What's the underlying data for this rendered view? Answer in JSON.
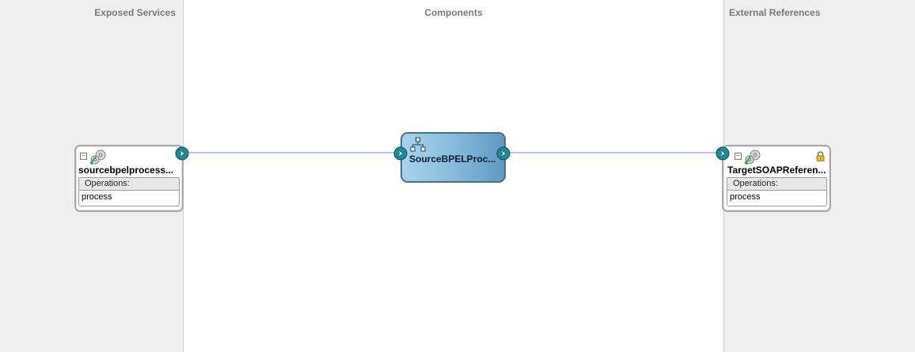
{
  "lanes": {
    "exposed_services": "Exposed Services",
    "components": "Components",
    "external_references": "External References"
  },
  "exposed_service": {
    "name": "sourcebpelprocess...",
    "operations_label": "Operations:",
    "operations": [
      "process"
    ],
    "collapse_symbol": "−"
  },
  "component": {
    "name": "SourceBPELProc...",
    "icon": "bpel-process-icon"
  },
  "external_reference": {
    "name": "TargetSOAPReferen...",
    "operations_label": "Operations:",
    "operations": [
      "process"
    ],
    "collapse_symbol": "−",
    "locked": true
  },
  "colors": {
    "wire": "#c0bff0",
    "component_fill_light": "#a8d2ec",
    "component_fill_dark": "#5f98c2",
    "port_fill": "#1d8c98",
    "lane_background": "#efefef"
  }
}
